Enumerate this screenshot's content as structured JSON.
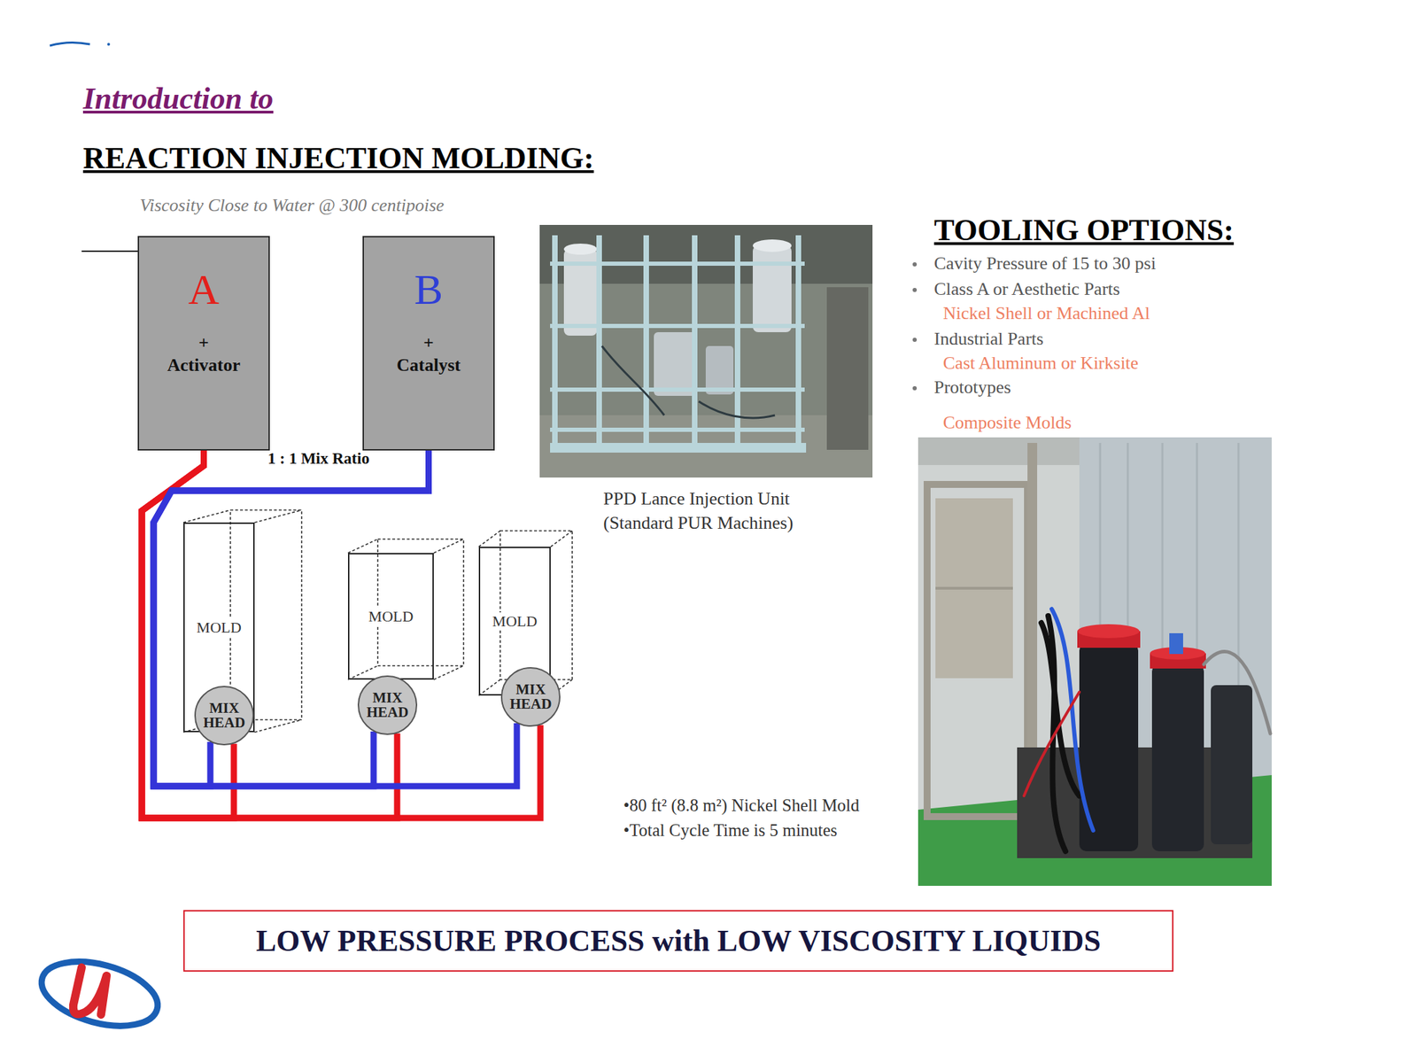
{
  "diagram": {
    "title": "REACTION INJECTION MOLDING:",
    "nodes": [
      {
        "text": [
          "A",
          "+",
          "Activator"
        ]
      },
      {
        "text": [
          "B",
          "+",
          "Catalyst"
        ]
      },
      {
        "text": [
          "MOLD"
        ]
      },
      {
        "text": [
          "MOLD"
        ]
      },
      {
        "text": [
          "MOLD"
        ]
      },
      {
        "text": [
          "MIX HEAD"
        ]
      },
      {
        "text": [
          "MIX HEAD"
        ]
      },
      {
        "text": [
          "MIX HEAD"
        ]
      },
      {
        "text": [
          "LOW PRESSURE PROCESS with LOW VISCOSITY LIQUIDS"
        ]
      }
    ],
    "edges": [
      {
        "from": 0,
        "to": 5,
        "arrow": "none"
      },
      {
        "from": 0,
        "to": 6,
        "arrow": "none"
      },
      {
        "from": 0,
        "to": 7,
        "arrow": "none"
      },
      {
        "from": 1,
        "to": 5,
        "arrow": "none"
      },
      {
        "from": 1,
        "to": 6,
        "arrow": "none"
      },
      {
        "from": 1,
        "to": 7,
        "arrow": "none"
      }
    ],
    "labels": [
      "Introduction to",
      "Viscosity Close to Water @ 300 centipoise",
      "1 : 1 Mix Ratio",
      "PPD Lance Injection Unit",
      "(Standard PUR Machines)",
      "TOOLING OPTIONS:",
      "Cavity Pressure of 15 to 30 psi",
      "Class A or Aesthetic Parts",
      "Nickel Shell or Machined Al",
      "Industrial Parts",
      "Cast Aluminum or Kirksite",
      "Prototypes",
      "Composite Molds",
      "•80 ft² (8.8 m²) Nickel Shell Mold",
      "•Total Cycle Time is 5 minutes"
    ]
  }
}
